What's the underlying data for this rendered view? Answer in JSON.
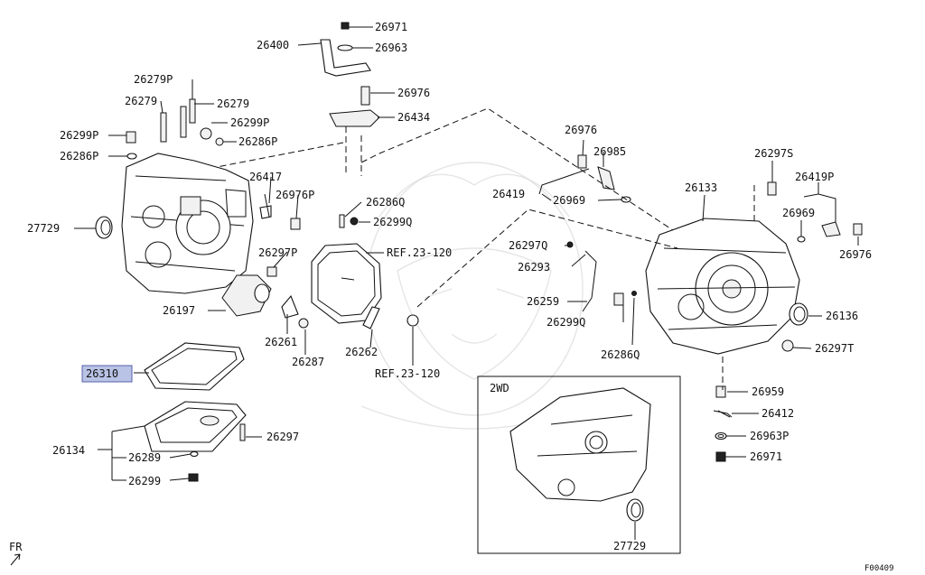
{
  "diagram": {
    "labels": {
      "p26971": "26971",
      "p26400": "26400",
      "p26963": "26963",
      "p26279P": "26279P",
      "p26279a": "26279",
      "p26279b": "26279",
      "p26976a": "26976",
      "p26434": "26434",
      "p26299Pa": "26299P",
      "p26299Pb": "26299P",
      "p26286Pa": "26286P",
      "p26286Pb": "26286P",
      "p26417": "26417",
      "p26976P": "26976P",
      "p27729a": "27729",
      "p26286Q": "26286Q",
      "p26299Qa": "26299Q",
      "ref1": "REF.23-120",
      "p26297P": "26297P",
      "p26197": "26197",
      "p26261": "26261",
      "p26287": "26287",
      "p26262": "26262",
      "ref2": "REF.23-120",
      "p26310": "26310",
      "p26134": "26134",
      "p26289": "26289",
      "p26299": "26299",
      "p26297": "26297",
      "p26976b": "26976",
      "p26985": "26985",
      "p26419": "26419",
      "p26969a": "26969",
      "p26133": "26133",
      "p26297S": "26297S",
      "p26419P": "26419P",
      "p26969b": "26969",
      "p26976c": "26976",
      "p26297Q": "26297Q",
      "p26293": "26293",
      "p26259": "26259",
      "p26299Qb": "26299Q",
      "p26286Q2": "26286Q",
      "p26136": "26136",
      "p26297T": "26297T",
      "p26959": "26959",
      "p26412": "26412",
      "p26963P": "26963P",
      "p26971b": "26971",
      "inset": "2WD",
      "p27729b": "27729",
      "fr": "FR",
      "code": "F00409"
    },
    "highlighted_part": "26310",
    "colors": {
      "highlight_fill": "#b9c3e6",
      "highlight_border": "#5561a8",
      "line": "#111111"
    }
  }
}
